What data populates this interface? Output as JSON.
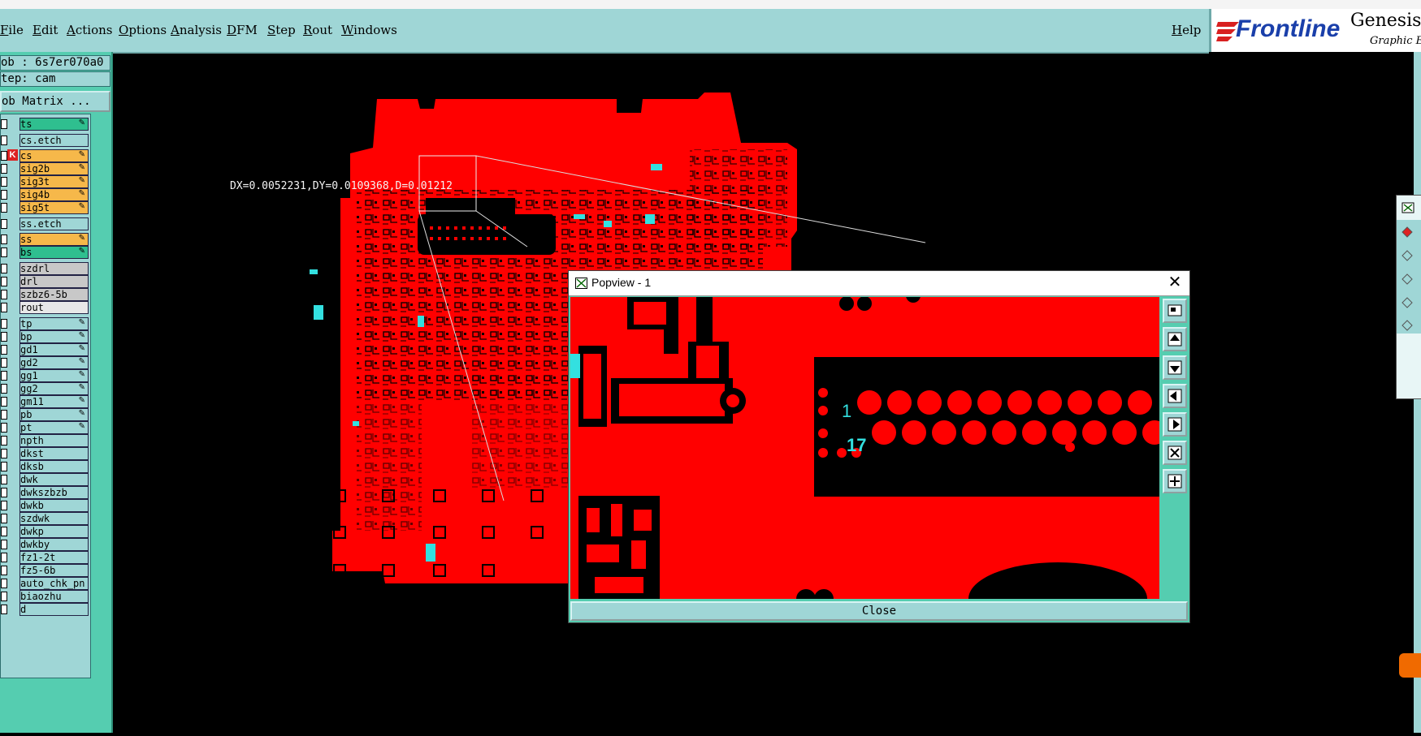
{
  "menubar": {
    "items": [
      "File",
      "Edit",
      "Actions",
      "Options",
      "Analysis",
      "DFM",
      "Step",
      "Rout",
      "Windows"
    ],
    "help": "Help"
  },
  "brand": {
    "name": "Frontline",
    "product": "Genesis",
    "subtitle": "Graphic Ed"
  },
  "job": {
    "job_line": "ob : 6s7er070a0",
    "step_line": "tep: cam",
    "matrix_button": "ob Matrix ..."
  },
  "layers": [
    {
      "name": "ts",
      "color": "#2fbf8f"
    },
    {
      "name": "cs.etch",
      "color": "#9fd6d6"
    },
    {
      "name": "cs",
      "color": "#f6b84a"
    },
    {
      "name": "sig2b",
      "color": "#f6b84a"
    },
    {
      "name": "sig3t",
      "color": "#f6b84a"
    },
    {
      "name": "sig4b",
      "color": "#f6b84a"
    },
    {
      "name": "sig5t",
      "color": "#f6b84a"
    },
    {
      "name": "ss.etch",
      "color": "#9fd6d6"
    },
    {
      "name": "ss",
      "color": "#f6b84a"
    },
    {
      "name": "bs",
      "color": "#2fbf8f"
    },
    {
      "name": "szdrl",
      "color": "#c8c8c8"
    },
    {
      "name": "drl",
      "color": "#c8c8c8"
    },
    {
      "name": "szbz6-5b",
      "color": "#c8c8c8"
    },
    {
      "name": "rout",
      "color": "#e8e8e8"
    },
    {
      "name": "tp",
      "color": "#9fd6d6"
    },
    {
      "name": "bp",
      "color": "#9fd6d6"
    },
    {
      "name": "gd1",
      "color": "#9fd6d6"
    },
    {
      "name": "gd2",
      "color": "#9fd6d6"
    },
    {
      "name": "gg1",
      "color": "#9fd6d6"
    },
    {
      "name": "gg2",
      "color": "#9fd6d6"
    },
    {
      "name": "gm11",
      "color": "#9fd6d6"
    },
    {
      "name": "pb",
      "color": "#9fd6d6"
    },
    {
      "name": "pt",
      "color": "#9fd6d6"
    },
    {
      "name": "npth",
      "color": "#9fd6d6"
    },
    {
      "name": "dkst",
      "color": "#9fd6d6"
    },
    {
      "name": "dksb",
      "color": "#9fd6d6"
    },
    {
      "name": "dwk",
      "color": "#9fd6d6"
    },
    {
      "name": "dwkszbzb",
      "color": "#9fd6d6"
    },
    {
      "name": "dwkb",
      "color": "#9fd6d6"
    },
    {
      "name": "szdwk",
      "color": "#9fd6d6"
    },
    {
      "name": "dwkp",
      "color": "#9fd6d6"
    },
    {
      "name": "dwkby",
      "color": "#9fd6d6"
    },
    {
      "name": "fz1-2t",
      "color": "#9fd6d6"
    },
    {
      "name": "fz5-6b",
      "color": "#9fd6d6"
    },
    {
      "name": "auto_chk_pn",
      "color": "#9fd6d6"
    },
    {
      "name": "biaozhu",
      "color": "#9fd6d6"
    },
    {
      "name": "d",
      "color": "#9fd6d6"
    }
  ],
  "measure": "DX=0.0052231,DY=0.0109368,D=0.01212",
  "popview": {
    "title": "Popview - 1",
    "close_label": "Close",
    "pad_label_1": "1",
    "pad_label_17": "17"
  },
  "colors": {
    "board": "#ff0000",
    "highlight": "#33e0e0",
    "panel": "#9fd6d6",
    "panel_dark": "#55cdb0"
  }
}
